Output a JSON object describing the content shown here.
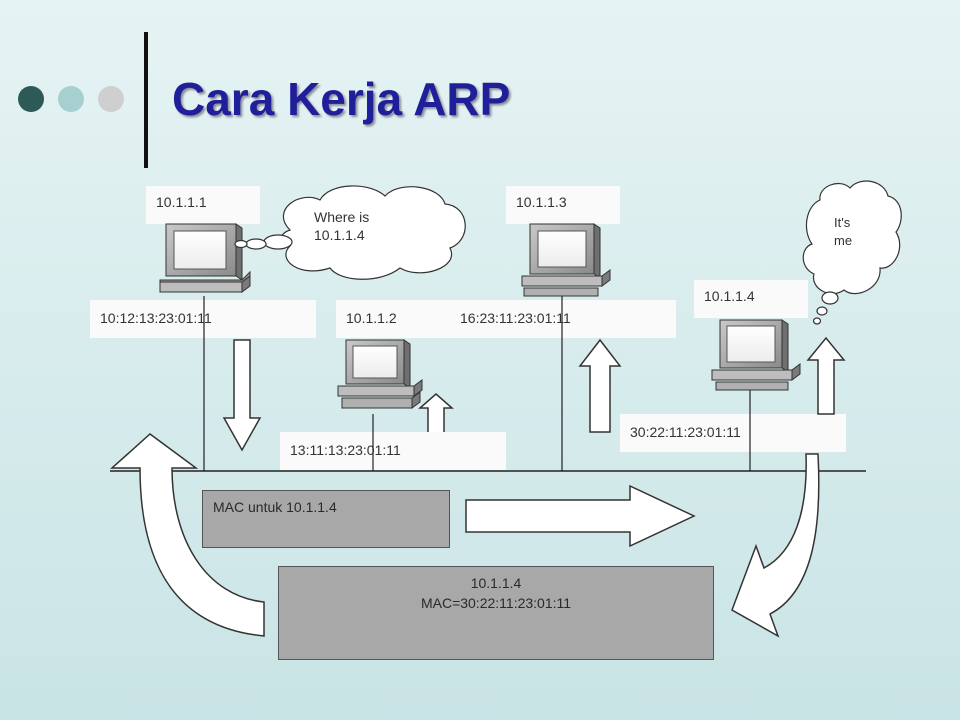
{
  "title": "Cara Kerja ARP",
  "decor": {
    "dots": [
      "#2d5a57",
      "#a6cfcf",
      "#cfcfcf"
    ]
  },
  "hosts": [
    {
      "ip": "10.1.1.1",
      "mac": "10:12:13:23:01:11"
    },
    {
      "ip": "10.1.1.2",
      "mac": "13:11:13:23:01:11"
    },
    {
      "ip": "10.1.1.3",
      "mac": "16:23:11:23:01:11"
    },
    {
      "ip": "10.1.1.4",
      "mac": "30:22:11:23:01:11"
    }
  ],
  "bubbles": {
    "query": [
      "Where is",
      "10.1.1.4"
    ],
    "reply": [
      "It's",
      "me"
    ]
  },
  "packets": {
    "request": "MAC untuk 10.1.1.4",
    "reply_ip": "10.1.1.4",
    "reply_mac": "MAC=30:22:11:23:01:11"
  }
}
